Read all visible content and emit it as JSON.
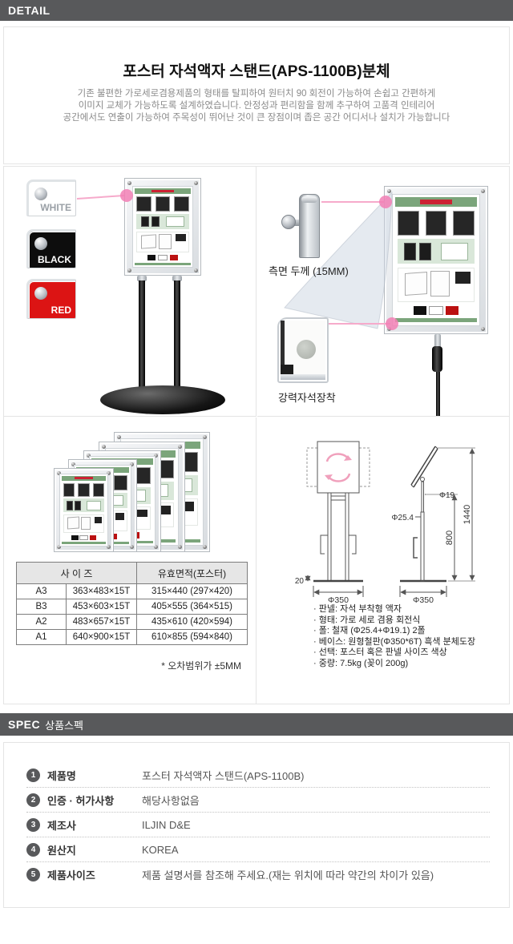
{
  "detail_header": {
    "label": "DETAIL"
  },
  "intro": {
    "title": "포스터 자석액자 스탠드(APS-1100B)분체",
    "description_lines": [
      "기존 불편한 가로세로겸용제품의 형태를 탈피하여 원터치 90 회전이 가능하여 손쉽고 간편하게",
      "이미지 교체가 가능하도록 설계하였습니다. 안정성과 편리함을 함께 추구하여 고품격 인테리어",
      "공간에서도 연출이 가능하여 주목성이 뛰어난 것이 큰 장점이며 좁은 공간 어디서나 설치가 가능합니다"
    ]
  },
  "color_options": [
    {
      "label": "WHITE",
      "hex": "#ffffff"
    },
    {
      "label": "BLACK",
      "hex": "#0d0d0d"
    },
    {
      "label": "RED",
      "hex": "#dc1414"
    }
  ],
  "side_details": {
    "thickness_label": "측면 두께 (15MM)",
    "magnet_label": "강력자석장착"
  },
  "size_table": {
    "header_size": "사 이 즈",
    "header_area": "유효면적(포스터)",
    "rows": [
      {
        "name": "A3",
        "size": "363×483×15T",
        "area": "315×440 (297×420)"
      },
      {
        "name": "B3",
        "size": "453×603×15T",
        "area": "405×555 (364×515)"
      },
      {
        "name": "A2",
        "size": "483×657×15T",
        "area": "435×610 (420×594)"
      },
      {
        "name": "A1",
        "size": "640×900×15T",
        "area": "610×855 (594×840)"
      }
    ],
    "note": "* 오차범위가 ±5MM"
  },
  "drawing": {
    "dims": {
      "base_height": "20",
      "base_width_front": "Φ350",
      "base_width_side": "Φ350",
      "pole_upper": "Φ19",
      "pole_lower": "Φ25.4",
      "pole_height": "800",
      "total_height": "1440"
    },
    "specs": [
      "판넬: 자석 부착형 액자",
      "형태: 가로 세로 겸용 회전식",
      "폴: 철재 (Φ25.4+Φ19.1) 2폴",
      "베이스: 원형철판(Φ350*6T) 흑색 분체도장",
      "선택: 포스터 혹은 판넬 사이즈 색상",
      "중량: 7.5kg (꽂이 200g)"
    ]
  },
  "spec_header": {
    "label": "SPEC",
    "sublabel": "상품스펙"
  },
  "spec_table": {
    "rows": [
      {
        "num": "1",
        "label": "제품명",
        "value": "포스터 자석액자 스탠드(APS-1100B)"
      },
      {
        "num": "2",
        "label": "인증 · 허가사항",
        "value": "해당사항없음"
      },
      {
        "num": "3",
        "label": "제조사",
        "value": "ILJIN D&E"
      },
      {
        "num": "4",
        "label": "원산지",
        "value": "KOREA"
      },
      {
        "num": "5",
        "label": "제품사이즈",
        "value": "제품 설명서를 참조해 주세요.(재는 위치에 따라 약간의 차이가 있음)"
      }
    ]
  },
  "theme": {
    "bar_bg": "#58595b",
    "accent_pink": "#f27fb5",
    "poster_green": "#7ba57b"
  }
}
